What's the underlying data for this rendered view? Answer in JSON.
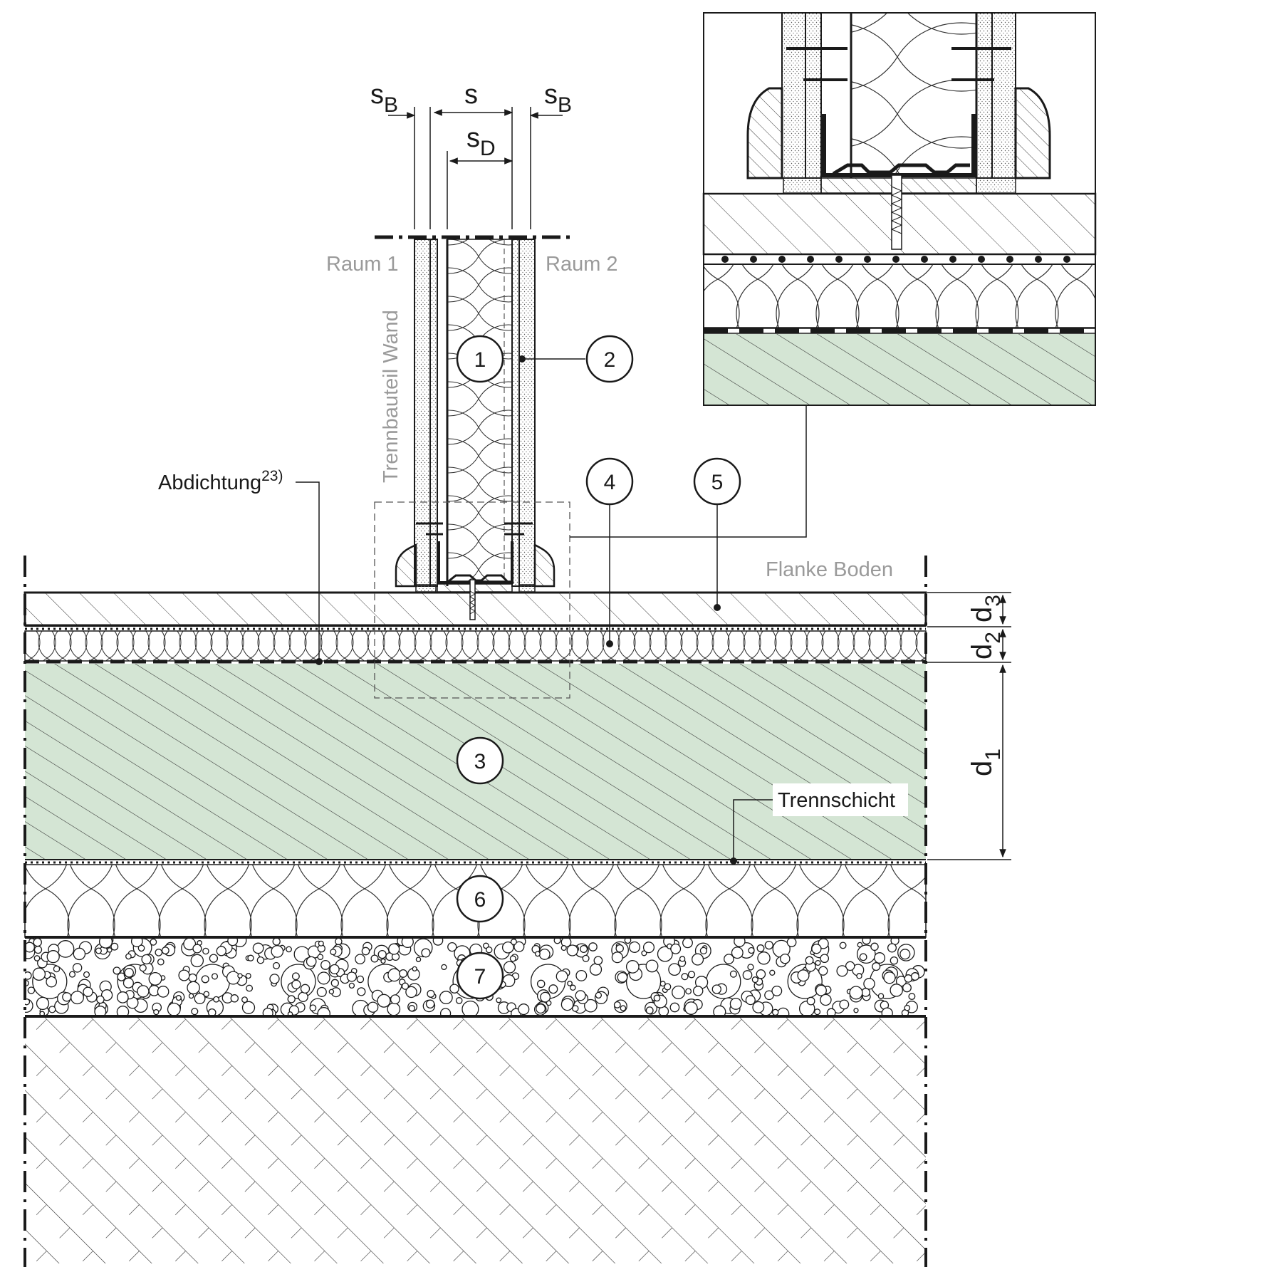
{
  "colors": {
    "ink": "#1a1a1a",
    "concrete_fill": "#d4e5d4",
    "caption_gray": "#9a9a9a",
    "dash_gray": "#555555"
  },
  "dimensions": {
    "s_b_left": {
      "main": "s",
      "sub": "B"
    },
    "s": {
      "main": "s",
      "sub": ""
    },
    "s_b_right": {
      "main": "s",
      "sub": "B"
    },
    "s_d": {
      "main": "s",
      "sub": "D"
    },
    "d1": {
      "main": "d",
      "sub": "1"
    },
    "d2": {
      "main": "d",
      "sub": "2"
    },
    "d3": {
      "main": "d",
      "sub": "3"
    }
  },
  "captions": {
    "raum1": "Raum 1",
    "raum2": "Raum 2",
    "wall_vertical": "Trennbauteil Wand",
    "flank": "Flanke Boden",
    "abdichtung": "Abdichtung",
    "abdichtung_sup": "23)",
    "trennschicht": "Trennschicht"
  },
  "callouts": [
    "1",
    "2",
    "3",
    "4",
    "5",
    "6",
    "7"
  ],
  "icons": {
    "insulation": "mineral-wool-hatch",
    "gravel": "gravel-circles",
    "soil": "earth-hatch"
  }
}
